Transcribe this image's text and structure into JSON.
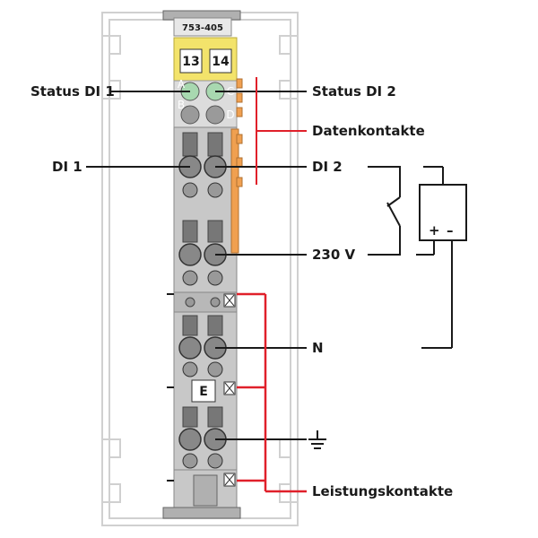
{
  "module": {
    "part_number": "753-405",
    "led_marker_left": "13",
    "led_marker_right": "14",
    "marker_e": "E",
    "led_letters": [
      "A",
      "B",
      "C",
      "D"
    ]
  },
  "labels": {
    "status_di_1": "Status DI 1",
    "status_di_2": "Status DI 2",
    "datenkontakte": "Datenkontakte",
    "di_1": "DI 1",
    "di_2": "DI 2",
    "voltage": "230 V",
    "neutral": "N",
    "leistungskontakte": "Leistungskontakte"
  },
  "circuit": {
    "plus": "+",
    "minus": "–"
  },
  "colors": {
    "housing": "#c8c8c8",
    "housing_dark": "#a9a9a9",
    "marker_yellow": "#f3e36b",
    "led_green": "#a8d8b0",
    "contact_orange": "#f0a050",
    "power_red": "#e0202a",
    "rail_outline": "#d0d0d0",
    "line": "#1a1a1a"
  }
}
